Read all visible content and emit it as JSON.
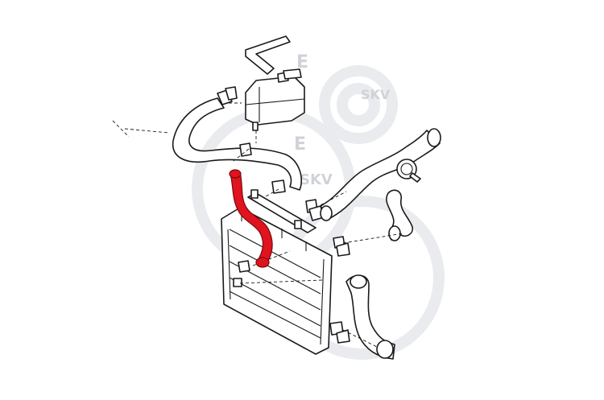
{
  "watermark": {
    "brand_top": "SKV",
    "brand_mid": "SKV",
    "letter_e_top": "E",
    "letter_e_mid": "E"
  },
  "highlight_color": "#e0141e",
  "line_color": "#1a1a1a"
}
